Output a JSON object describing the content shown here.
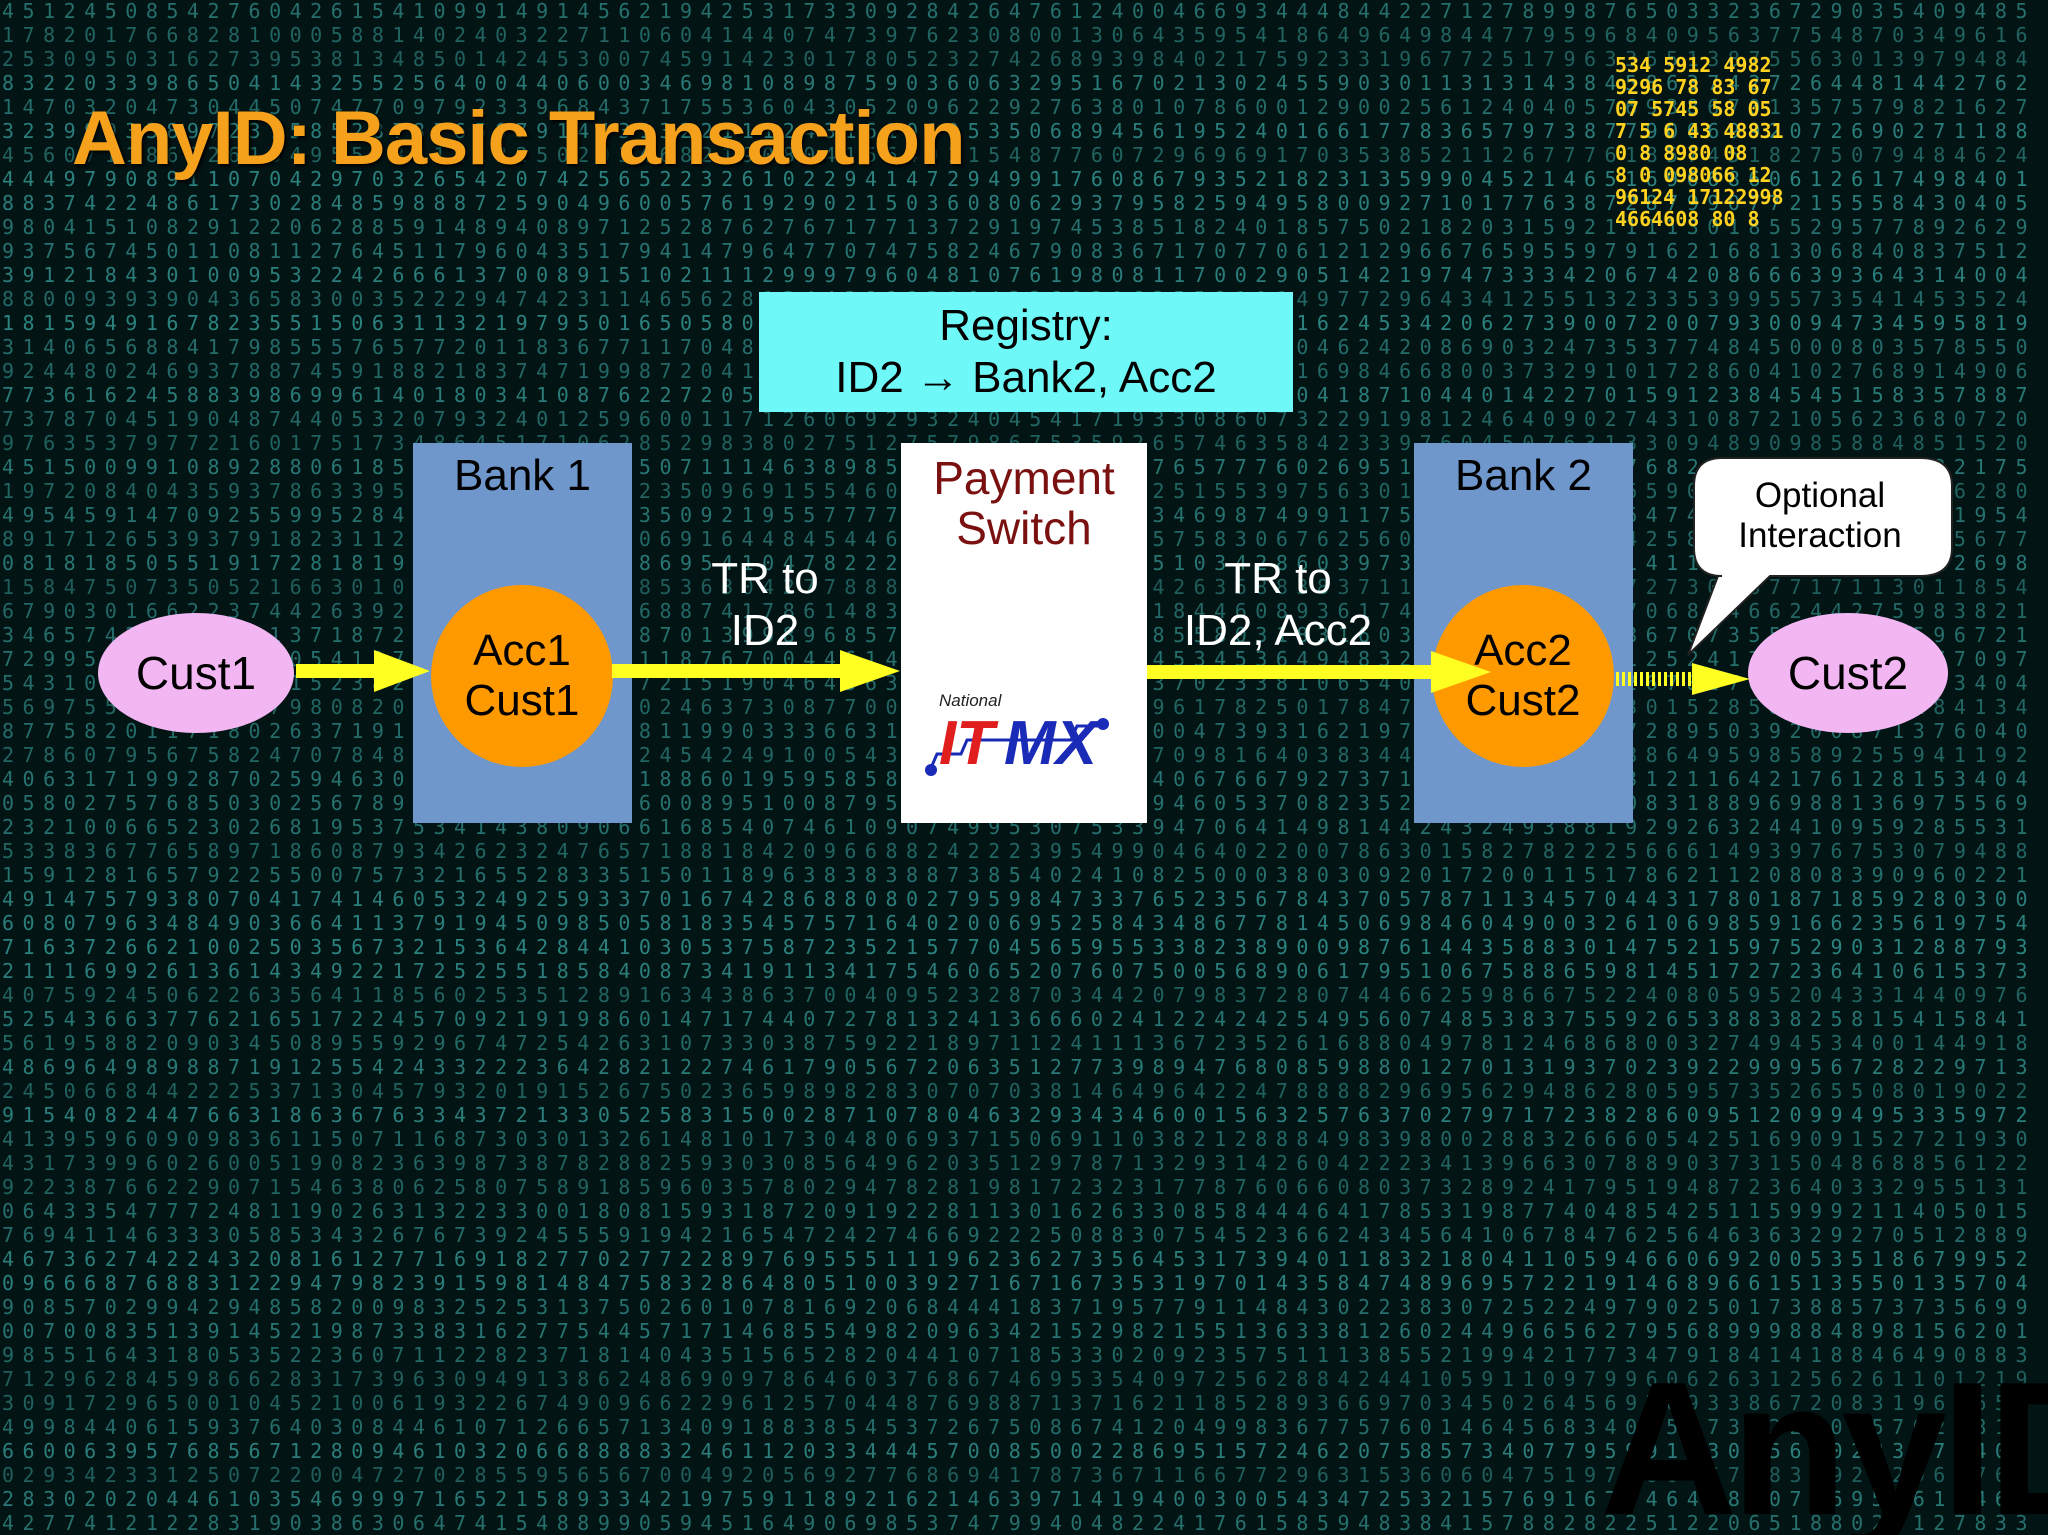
{
  "slide": {
    "title": "AnyID: Basic Transaction",
    "watermark_text": "AnyID"
  },
  "diagram": {
    "registry": {
      "line1": "Registry:",
      "line2": "ID2 → Bank2, Acc2"
    },
    "bank1": {
      "label": "Bank 1",
      "account_line1": "Acc1",
      "account_line2": "Cust1"
    },
    "bank2": {
      "label": "Bank 2",
      "account_line1": "Acc2",
      "account_line2": "Cust2"
    },
    "payment_switch": {
      "line1": "Payment",
      "line2": "Switch",
      "logo_small_text": "National",
      "logo_text_1": "IT",
      "logo_text_2": "MX"
    },
    "customers": {
      "sender": "Cust1",
      "receiver": "Cust2"
    },
    "transfer_labels": {
      "to_switch_line1": "TR to",
      "to_switch_line2": "ID2",
      "to_bank2_line1": "TR to",
      "to_bank2_line2": "ID2, Acc2"
    },
    "callout": {
      "line1": "Optional",
      "line2": "Interaction"
    }
  },
  "colors": {
    "title": "#f5a11c",
    "registry_box": "#6ff8f8",
    "bank_box": "#6f97cc",
    "account_circle": "#ff9900",
    "customer_ellipse": "#f2b6f2",
    "arrow": "#ffff22",
    "switch_text": "#7a1010",
    "background_digits": "#3fb5b0"
  }
}
